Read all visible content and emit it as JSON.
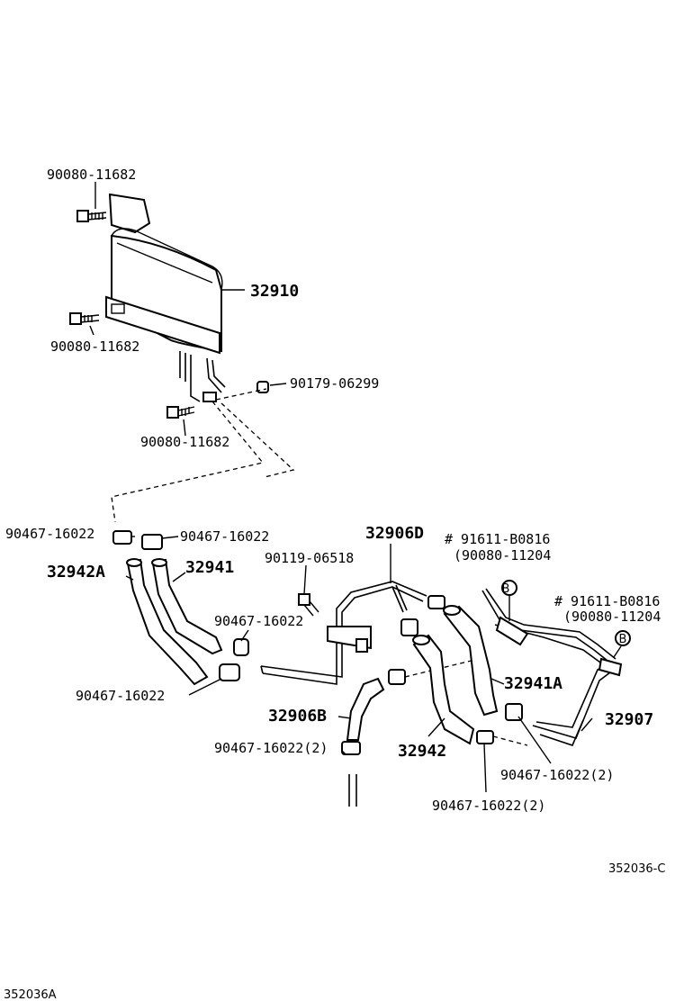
{
  "labels": {
    "bolt_top": "90080-11682",
    "cooler": "32910",
    "bolt_mid": "90080-11682",
    "screw": "90179-06299",
    "bolt_bottom": "90080-11682",
    "clamp_left_a": "90467-16022",
    "clamp_left_b": "90467-16022",
    "hose_32942A": "32942A",
    "hose_32941": "32941",
    "tube_32906D": "32906D",
    "part_91611_a": "# 91611-B0816",
    "part_90080_a": "(90080-11204",
    "bolt_90119": "90119-06518",
    "part_91611_b": "# 91611-B0816",
    "part_90080_b": "(90080-11204",
    "clamp_mid": "90467-16022",
    "clamp_lower_left": "90467-16022",
    "hose_32941A": "32941A",
    "tube_32906B": "32906B",
    "tube_32907": "32907",
    "clamp_2_left": "90467-16022(2)",
    "hose_32942": "32942",
    "clamp_2_right": "90467-16022(2)",
    "clamp_2_bottom": "90467-16022(2)",
    "ref_B1": "B",
    "ref_B2": "B",
    "drawing_code": "352036-C",
    "page_code": "352036A"
  }
}
